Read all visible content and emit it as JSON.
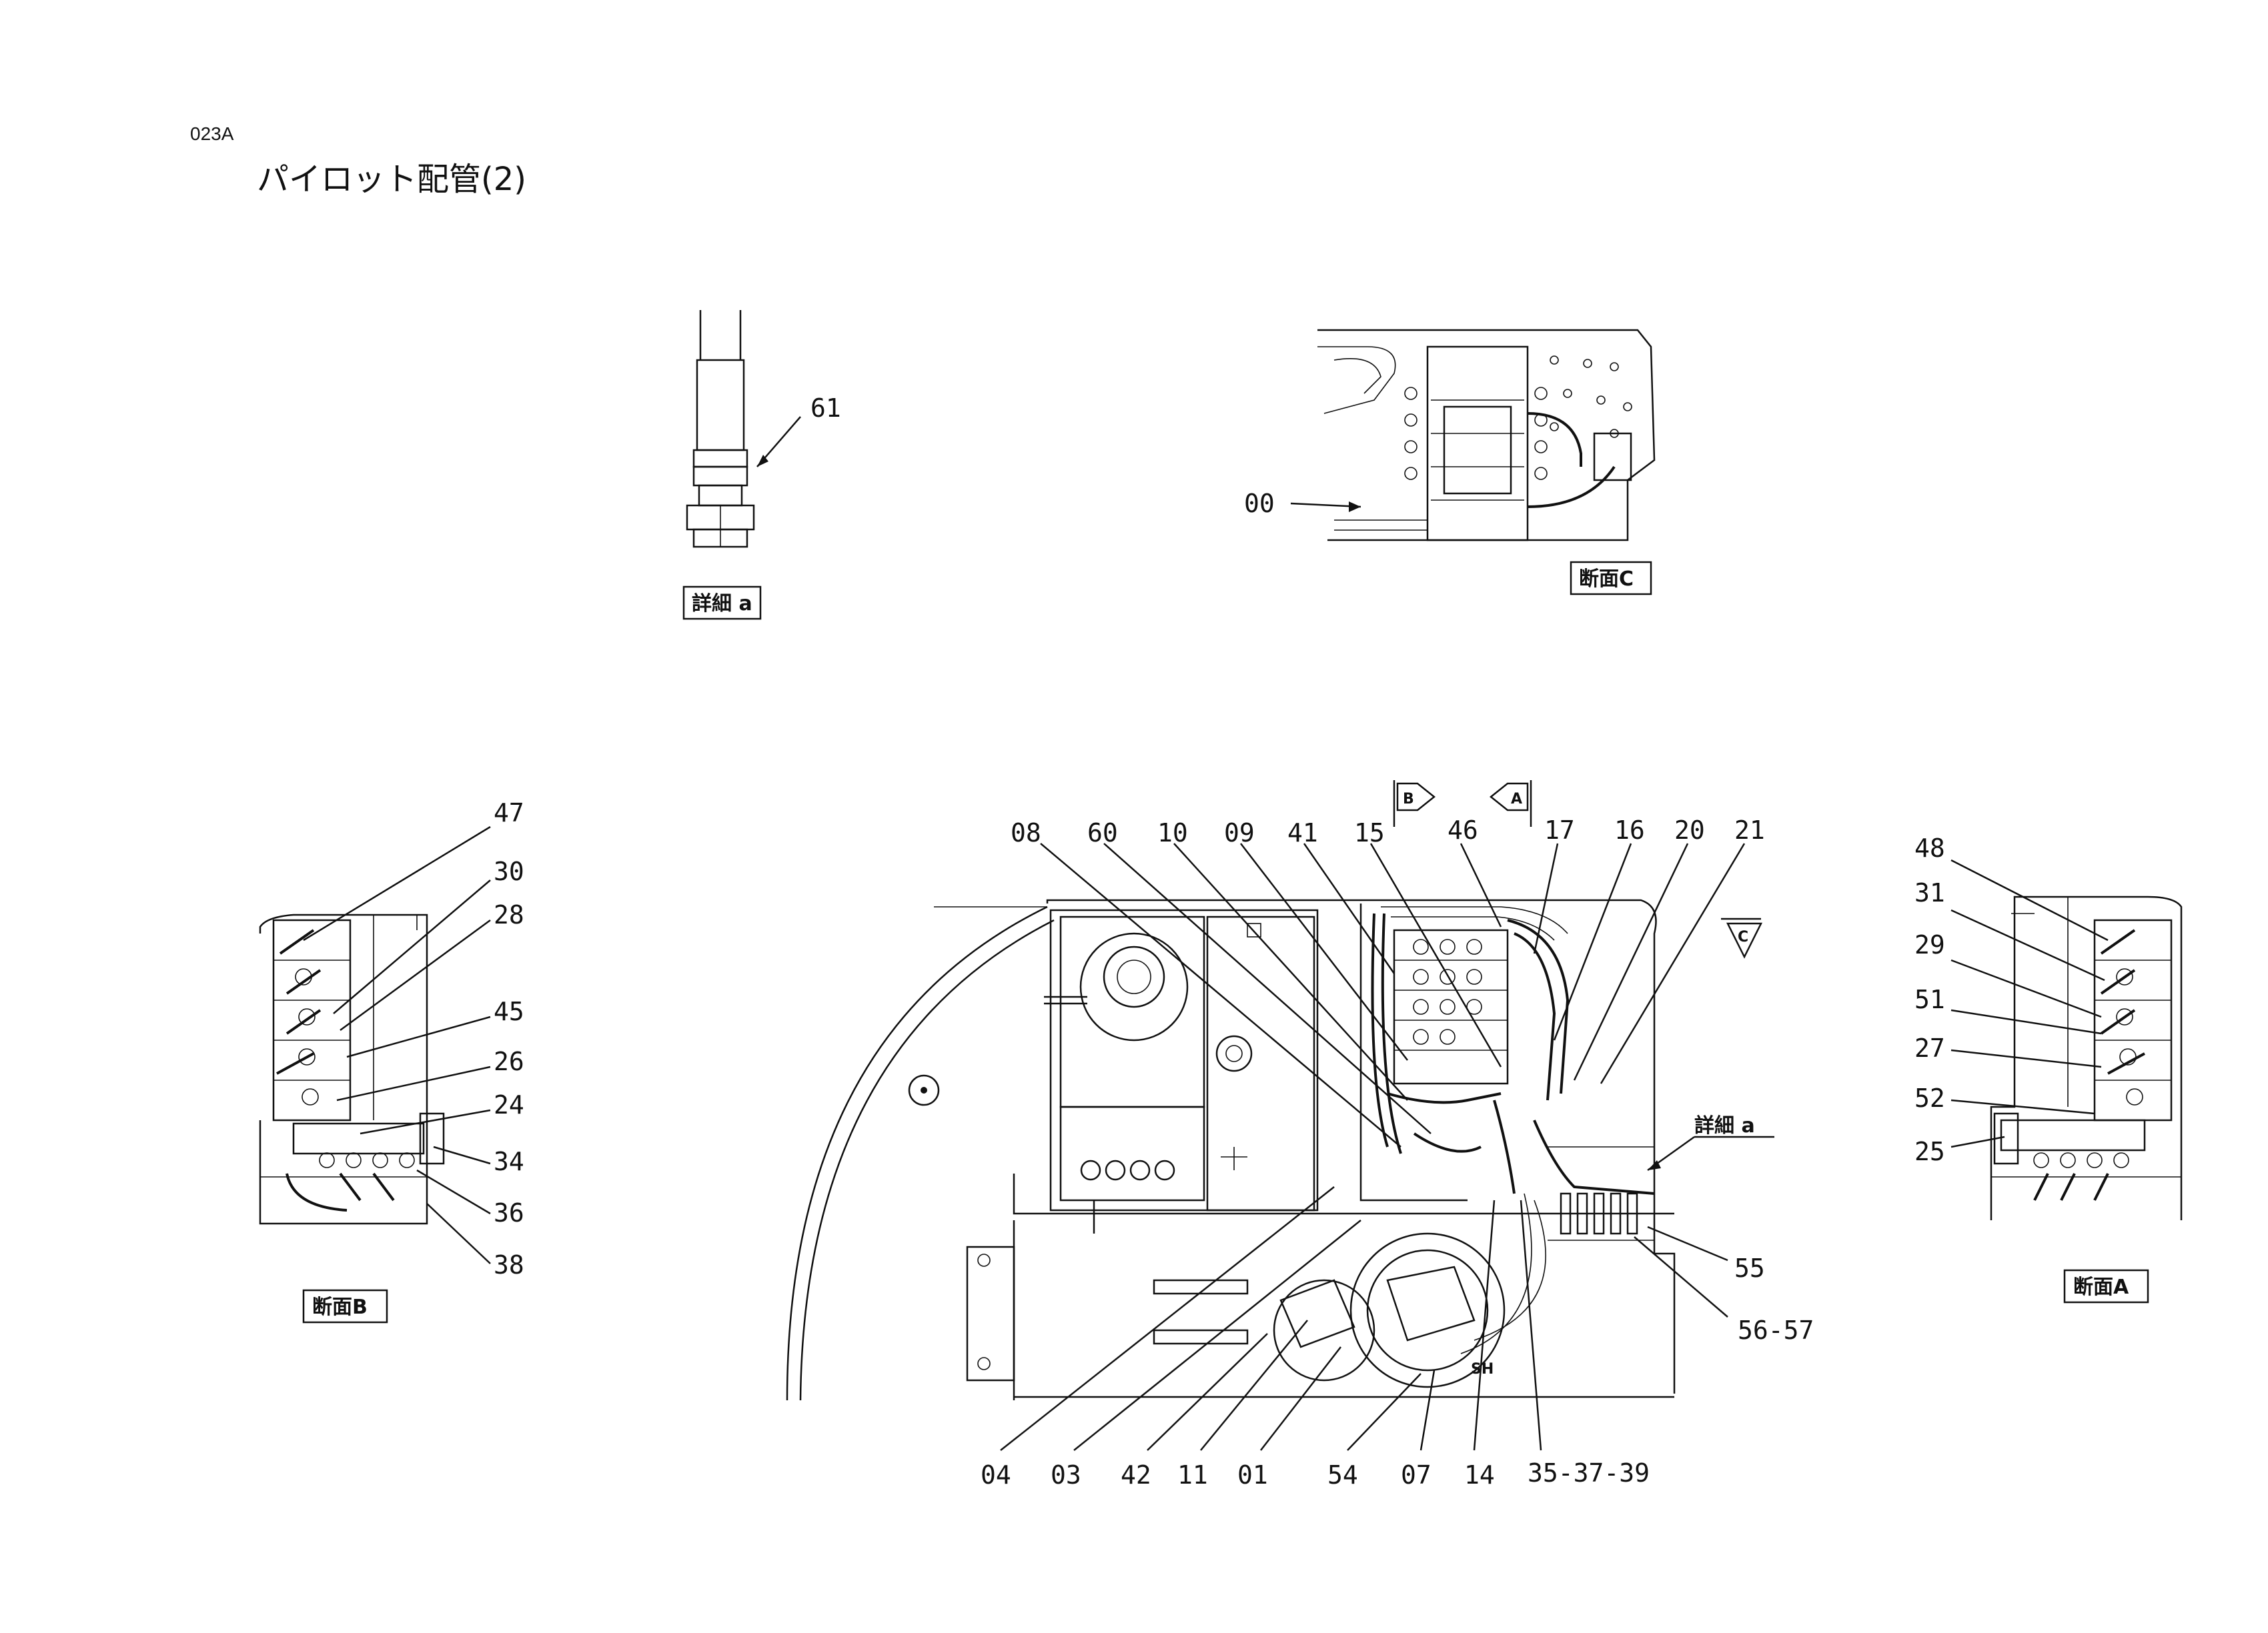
{
  "header": {
    "code": "023A",
    "title": "パイロット配管(2)"
  },
  "sections": {
    "detail_a": "詳細 a",
    "section_c": "断面C",
    "section_b": "断面B",
    "section_a": "断面A",
    "detail_a_ref": "詳細 a"
  },
  "view_markers": {
    "b": "B",
    "a": "A",
    "c": "C"
  },
  "part_numbers": {
    "p61": "61",
    "p00": "00",
    "p47": "47",
    "p30": "30",
    "p28": "28",
    "p45": "45",
    "p26": "26",
    "p24": "24",
    "p34": "34",
    "p36": "36",
    "p38": "38",
    "p08": "08",
    "p60": "60",
    "p10": "10",
    "p09": "09",
    "p41": "41",
    "p15": "15",
    "p46": "46",
    "p17": "17",
    "p16": "16",
    "p20": "20",
    "p21": "21",
    "p55": "55",
    "p56_57": "56-57",
    "p04": "04",
    "p03": "03",
    "p42": "42",
    "p11": "11",
    "p01": "01",
    "p54": "54",
    "p07": "07",
    "p14": "14",
    "p35_37_39": "35-37-39",
    "p48": "48",
    "p31": "31",
    "p29": "29",
    "p51": "51",
    "p27": "27",
    "p52": "52",
    "p25": "25"
  }
}
